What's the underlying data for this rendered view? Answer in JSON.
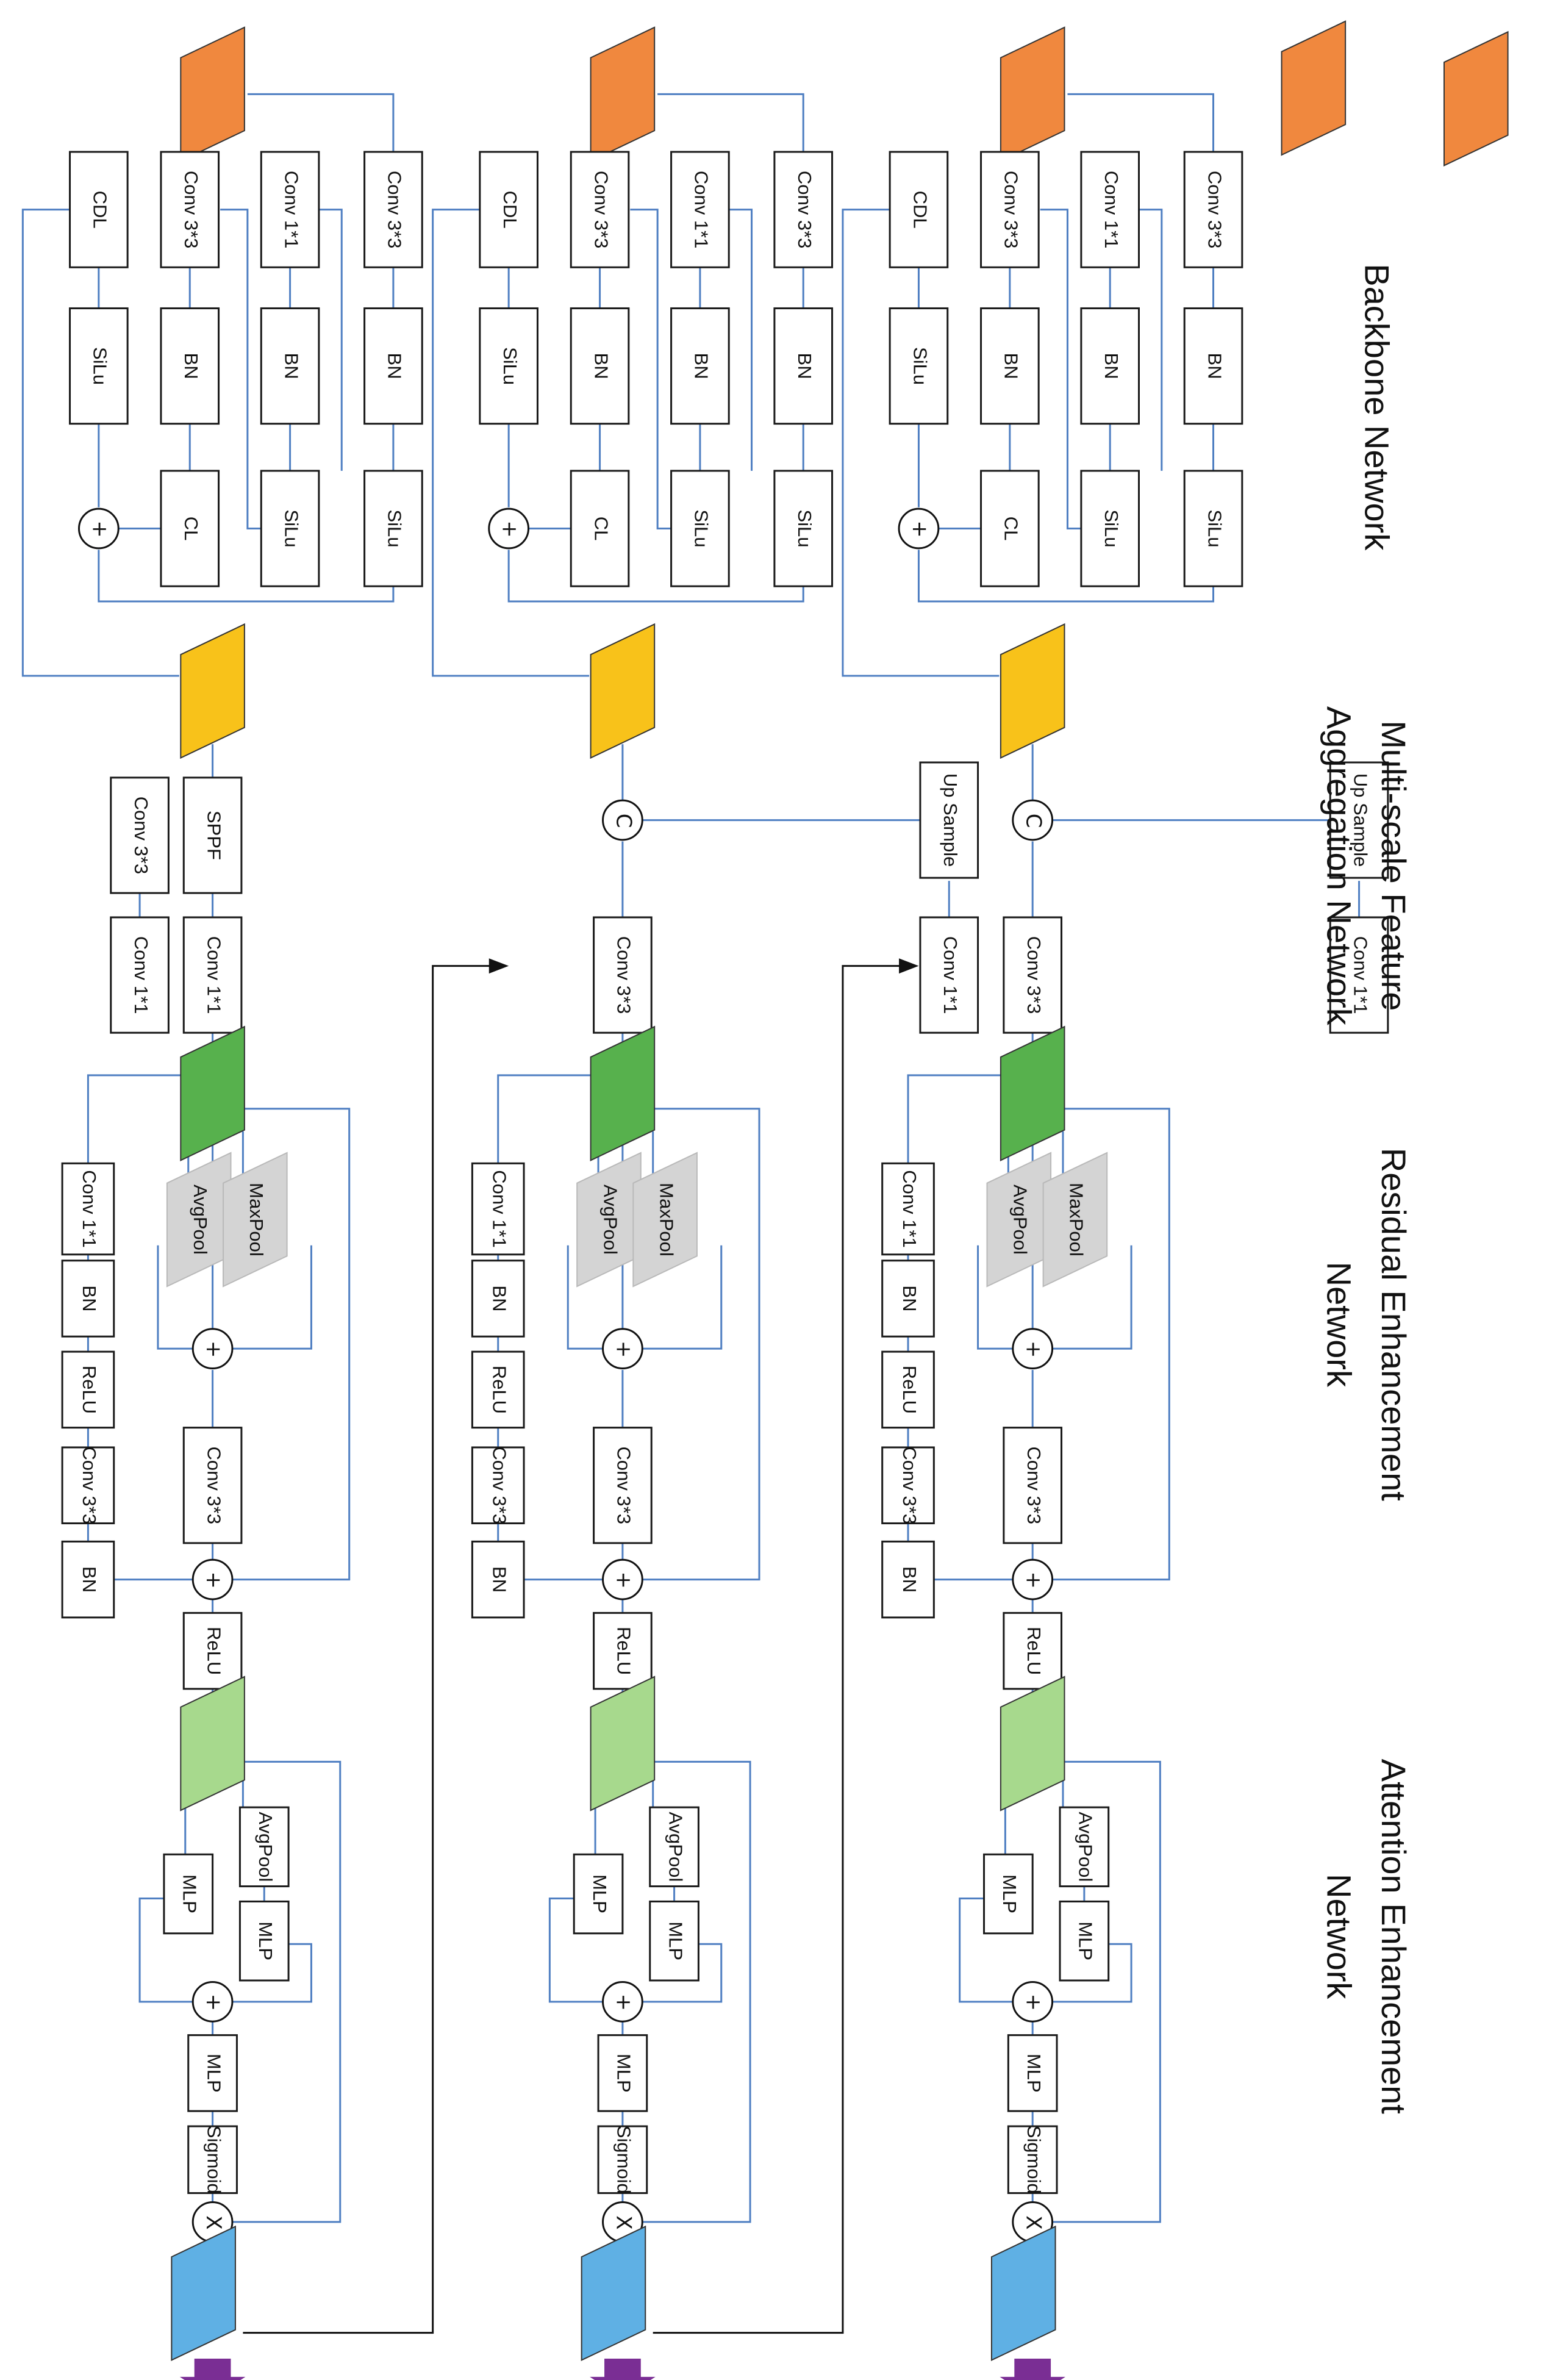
{
  "section_titles": {
    "backbone": "Backbone Network",
    "msfa_line1": "Multi-scale Feature",
    "msfa_line2": "Aggregation Network",
    "ren_line1": "Residual Enhancement",
    "ren_line2": "Network",
    "aen_line1": "Attention Enhancement",
    "aen_line2": "Network"
  },
  "labels": {
    "cdl": "CDL",
    "silu": "SiLu",
    "cl": "CL",
    "bn": "BN",
    "conv33": "Conv 3*3",
    "conv11": "Conv 1*1",
    "sppf": "SPPF",
    "upsample": "Up Sample",
    "avgpool": "AvgPool",
    "maxpool": "MaxPool",
    "relu": "ReLU",
    "mlp": "MLP",
    "sigmoid": "Sigmoid",
    "concat": "C",
    "multiply": "X",
    "add": "+"
  },
  "colors": {
    "input_feature": "#f0883e",
    "backbone_output": "#f8c21a",
    "msfa_output": "#57b14d",
    "ren_output": "#a7d98d",
    "attention_output": "#5fb0e4",
    "final_output_arrow": "#7a2e94",
    "connector": "#4f7fc2",
    "pool_block": "#d4d4d4"
  }
}
